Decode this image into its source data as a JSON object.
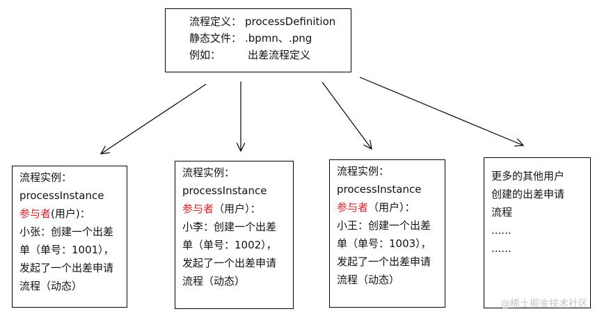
{
  "definition": {
    "label1": "流程定义：",
    "value1": "processDefinition",
    "label2": "静态文件：",
    "value2": ".bpmn、.png",
    "label3": "例如：",
    "value3": "出差流程定义"
  },
  "instances": [
    {
      "title": "流程实例：",
      "name": "processInstance",
      "role": "参与者",
      "role_suffix": "(用户)：",
      "line1": "小张：创建一个出差",
      "line2": "单（单号：1001），",
      "line3": "发起了一个出差申请",
      "line4": "流程（动态）"
    },
    {
      "title": "流程实例：",
      "name": "processInstance",
      "role": "参与者",
      "role_suffix": "（用户）：",
      "line1": "小李：创建一个出差",
      "line2": "单（单号：1002），",
      "line3": "发起了一个出差申请",
      "line4": "流程（动态）"
    },
    {
      "title": "流程实例：",
      "name": "processInstance",
      "role": "参与者",
      "role_suffix": "（用户）：",
      "line1": "小王：创建一个出差",
      "line2": "单（单号：1003），",
      "line3": "发起了一个出差申请",
      "line4": "流程（动态）"
    },
    {
      "line1": "更多的其他用户",
      "line2": "创建的出差申请",
      "line3": "流程",
      "line4": "......",
      "line5": "......"
    }
  ],
  "watermark": "@稀土掘金技术社区"
}
